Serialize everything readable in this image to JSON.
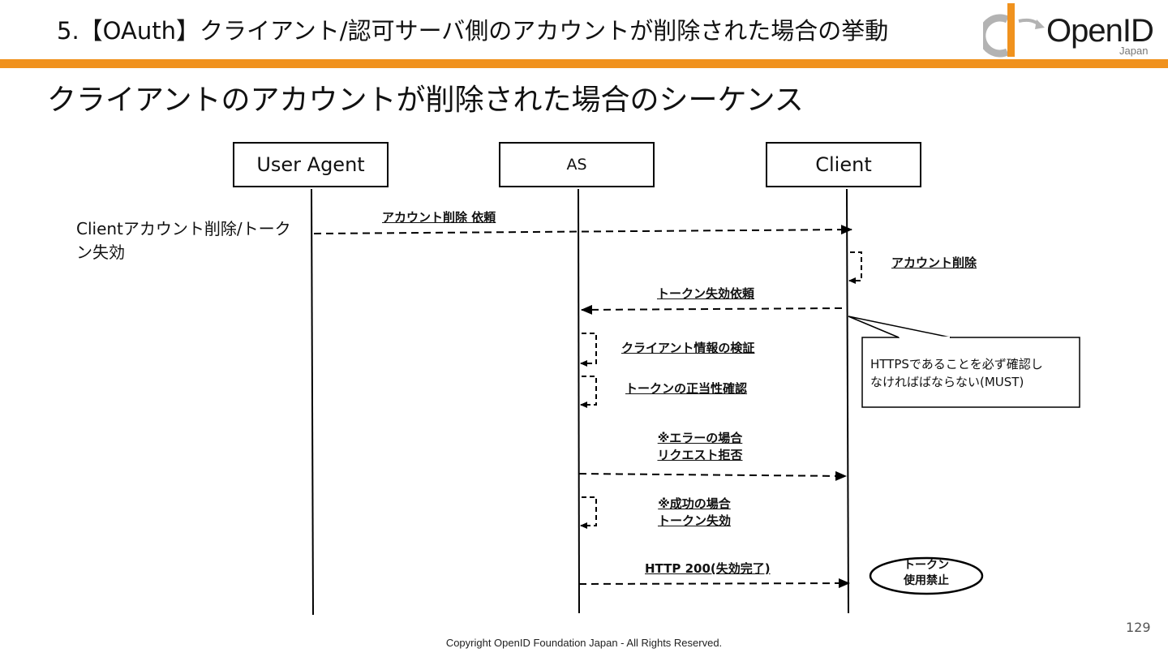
{
  "header": {
    "title": "5.【OAuth】クライアント/認可サーバ側のアカウントが削除された場合の挙動",
    "logo_text": "OpenID",
    "logo_sub": "Japan",
    "accent_color": "#f0921e"
  },
  "subtitle": "クライアントのアカウントが削除された場合のシーケンス",
  "actors": [
    {
      "label": "User Agent"
    },
    {
      "label": "AS"
    },
    {
      "label": "Client"
    }
  ],
  "side_note": "Clientアカウント削除/トークン失効",
  "messages": [
    {
      "label": "アカウント削除 依頼"
    },
    {
      "label": "アカウント削除"
    },
    {
      "label": "トークン失効依頼"
    },
    {
      "label": "クライアント情報の検証"
    },
    {
      "label": "トークンの正当性確認"
    },
    {
      "label": "※エラーの場合",
      "label2": "リクエスト拒否"
    },
    {
      "label": "※成功の場合",
      "label2": "トークン失効"
    },
    {
      "label": "HTTP 200(失効完了)"
    }
  ],
  "callout": {
    "line1": "HTTPSであることを必ず確認し",
    "line2": "なければばならない(MUST)"
  },
  "ellipse": {
    "line1": "トークン",
    "line2": "使用禁止"
  },
  "footer": {
    "page_number": "129",
    "copyright": "Copyright OpenID Foundation Japan - All Rights Reserved."
  }
}
